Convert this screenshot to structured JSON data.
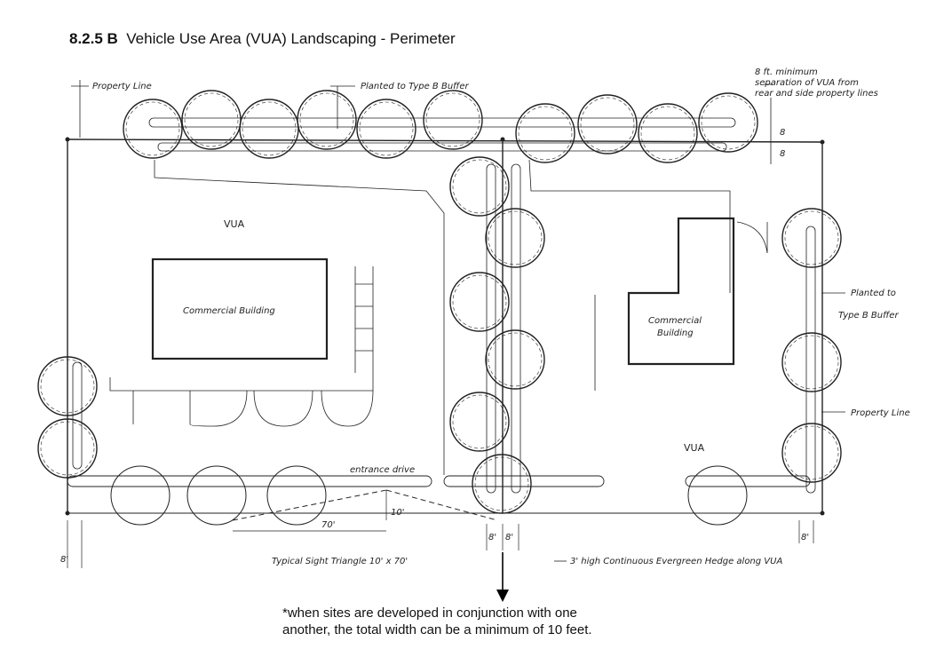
{
  "title": {
    "code": "8.2.5 B",
    "text": "Vehicle Use Area (VUA) Landscaping - Perimeter"
  },
  "labels": {
    "property_line_top": "Property Line",
    "planted_type_b_top": "Planted to Type B Buffer",
    "separation_line1": "8 ft. minimum",
    "separation_line2": "separation of VUA from",
    "separation_line3": "rear and side property lines",
    "dim_8_top": "8",
    "dim_8_bottom": "8",
    "vua_left": "VUA",
    "building_left": "Commercial Building",
    "building_right_line1": "Commercial",
    "building_right_line2": "Building",
    "planted_right_line1": "Planted to",
    "planted_right_line2": "Type B Buffer",
    "property_line_right": "Property Line",
    "vua_right": "VUA",
    "entrance_drive": "entrance drive",
    "dim_10": "10'",
    "dim_70": "70'",
    "dim_8_left": "8'",
    "dim_8_center_a": "8'",
    "dim_8_center_b": "8'",
    "dim_8_right": "8'",
    "sight_triangle": "Typical Sight Triangle 10' x 70'",
    "hedge_note": "3' high Continuous Evergreen Hedge along VUA"
  },
  "footnote": {
    "line1": "*when sites are developed in conjunction with one",
    "line2": "another, the total width can be a minimum of 10 feet."
  }
}
